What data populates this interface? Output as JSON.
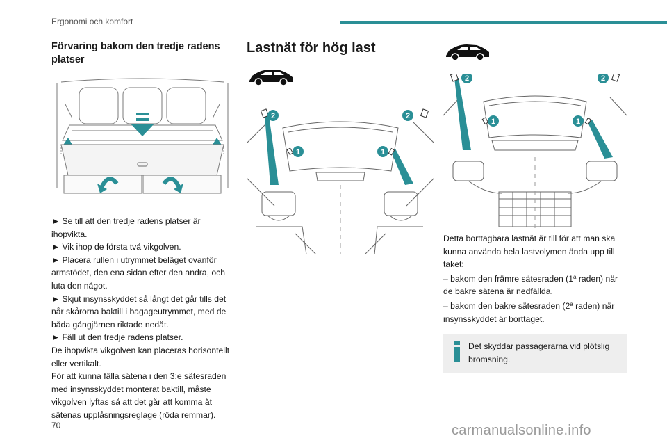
{
  "header": {
    "section": "Ergonomi och komfort",
    "accent_color": "#2a8f96"
  },
  "left_column": {
    "heading": "Förvaring bakom den tredje radens platser",
    "paragraphs": [
      "► Se till att den tredje radens platser är ihopvikta.",
      "► Vik ihop de första två vikgolven.",
      "► Placera rullen i utrymmet beläget ovanför armstödet, den ena sidan efter den andra, och luta den något.",
      "► Skjut insynsskyddet så långt det går tills det når skårorna baktill i bagageutrymmet, med de båda gångjärnen riktade nedåt.",
      "► Fäll ut den tredje radens platser.",
      "De ihopvikta vikgolven kan placeras horisontellt eller vertikalt.",
      "För att kunna fälla sätena i den 3:e sätesraden med insynsskyddet monterat baktill, måste vikgolven lyftas så att det går att komma åt sätenas upplåsningsreglage (röda remmar)."
    ]
  },
  "middle_column": {
    "heading": "Lastnät för hög last",
    "callouts": [
      "1",
      "2"
    ]
  },
  "right_column": {
    "intro": "Detta borttagbara lastnät är till för att man ska kunna använda hela lastvolymen ända upp till taket:",
    "item1_before": "– bakom den främre sätesraden (1",
    "item1_sup": "a",
    "item1_after": " raden) när de bakre sätena är nedfällda.",
    "item2_before": "– bakom den bakre sätesraden (2",
    "item2_sup": "a",
    "item2_after": " raden) när insynsskyddet är borttaget.",
    "info": "Det skyddar passagerarna vid plötslig bromsning."
  },
  "footer": {
    "page_number": "70",
    "watermark": "carmanualsonline.info"
  },
  "icons": [
    "car-suv-icon",
    "info-icon"
  ]
}
